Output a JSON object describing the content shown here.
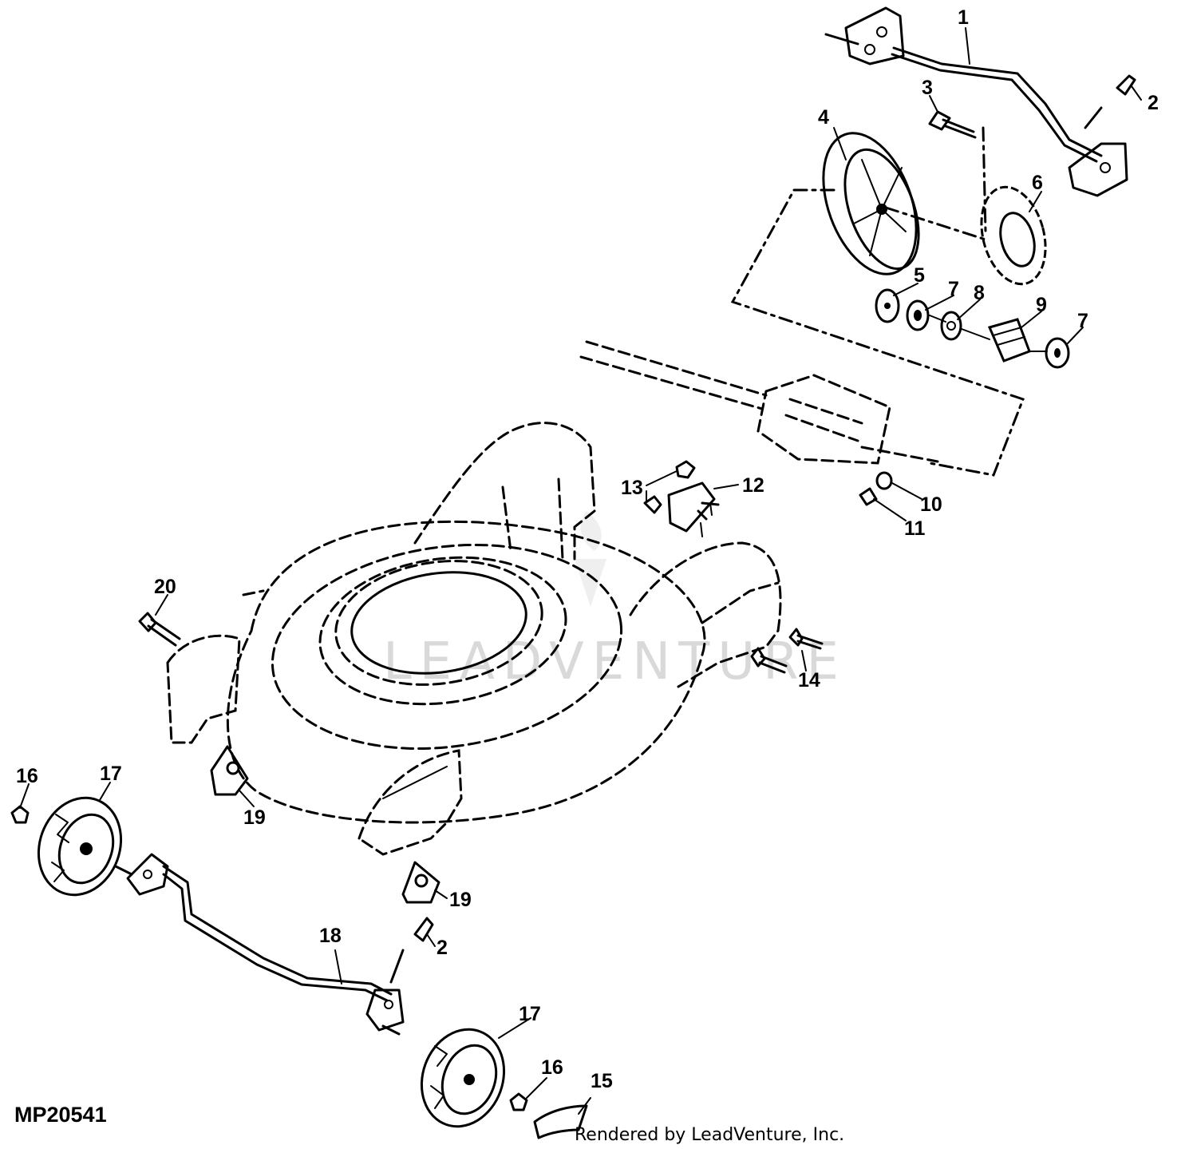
{
  "figure_id": "MP20541",
  "credit": "Rendered by LeadVenture, Inc.",
  "watermark": "LEADVENTURE",
  "callouts": [
    {
      "key": "c1",
      "label": "1"
    },
    {
      "key": "c2a",
      "label": "2"
    },
    {
      "key": "c3",
      "label": "3"
    },
    {
      "key": "c4",
      "label": "4"
    },
    {
      "key": "c5",
      "label": "5"
    },
    {
      "key": "c6",
      "label": "6"
    },
    {
      "key": "c7a",
      "label": "7"
    },
    {
      "key": "c8",
      "label": "8"
    },
    {
      "key": "c9",
      "label": "9"
    },
    {
      "key": "c7b",
      "label": "7"
    },
    {
      "key": "c10",
      "label": "10"
    },
    {
      "key": "c11",
      "label": "11"
    },
    {
      "key": "c12",
      "label": "12"
    },
    {
      "key": "c13",
      "label": "13"
    },
    {
      "key": "c14",
      "label": "14"
    },
    {
      "key": "c15",
      "label": "15"
    },
    {
      "key": "c16a",
      "label": "16"
    },
    {
      "key": "c17a",
      "label": "17"
    },
    {
      "key": "c16b",
      "label": "16"
    },
    {
      "key": "c17b",
      "label": "17"
    },
    {
      "key": "c18",
      "label": "18"
    },
    {
      "key": "c19a",
      "label": "19"
    },
    {
      "key": "c19b",
      "label": "19"
    },
    {
      "key": "c2b",
      "label": "2"
    },
    {
      "key": "c20",
      "label": "20"
    }
  ]
}
